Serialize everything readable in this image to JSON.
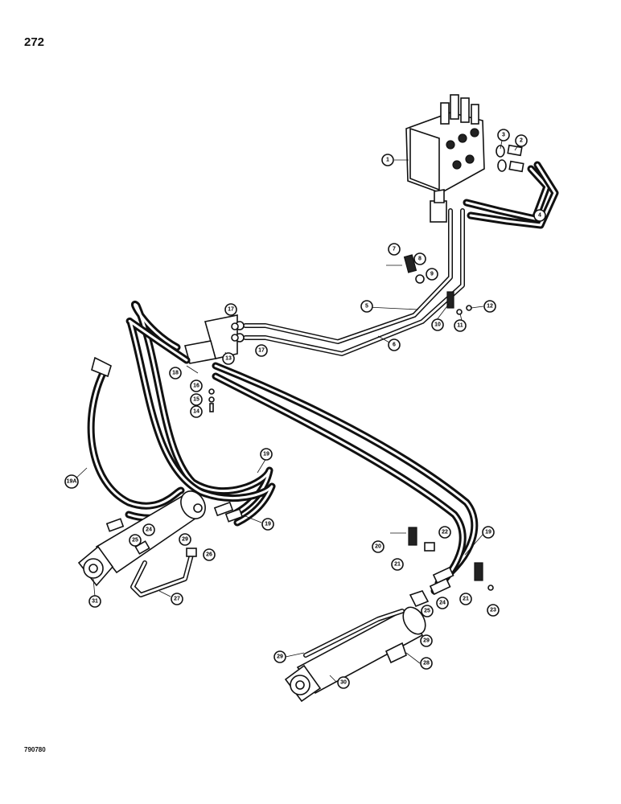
{
  "page_number": "272",
  "drawing_code": "790780",
  "callouts": [
    "1",
    "2",
    "3",
    "4",
    "5",
    "6",
    "7",
    "8",
    "9",
    "10",
    "11",
    "12",
    "13",
    "14",
    "15",
    "16",
    "17",
    "18",
    "19",
    "19A",
    "20",
    "21",
    "22",
    "23",
    "24",
    "25",
    "26",
    "27",
    "28",
    "29",
    "30",
    "31"
  ]
}
